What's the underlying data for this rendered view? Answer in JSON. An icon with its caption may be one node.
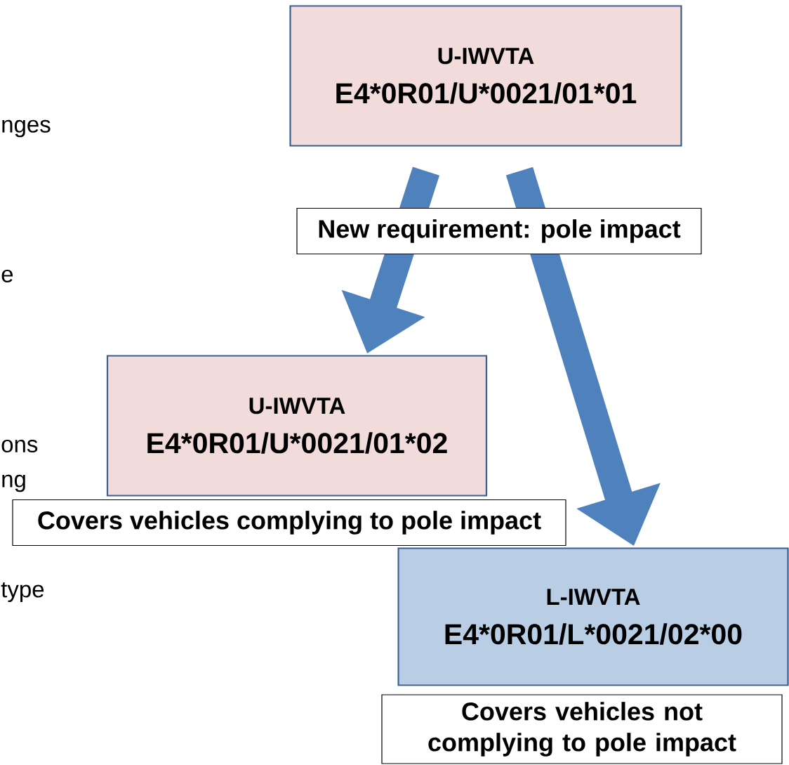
{
  "diagram": {
    "nodes": [
      {
        "text": [
          "U-IWVTA",
          "E4*0R01/U*0021/01*01"
        ]
      },
      {
        "text": [
          "U-IWVTA",
          "E4*0R01/U*0021/01*02"
        ]
      },
      {
        "text": [
          "L-IWVTA",
          "E4*0R01/L*0021/02*00"
        ]
      },
      {
        "text": [
          "Covers vehicles complying to pole impact"
        ]
      },
      {
        "text": [
          "Covers vehicles not complying to pole impact"
        ]
      }
    ],
    "edges": [
      {
        "from": 0,
        "to": 1,
        "arrow": "to"
      },
      {
        "from": 0,
        "to": 2,
        "arrow": "to"
      }
    ],
    "labels": [
      "nges",
      "New requirement: pole impact",
      "e",
      "ons",
      "ng",
      "type"
    ]
  }
}
